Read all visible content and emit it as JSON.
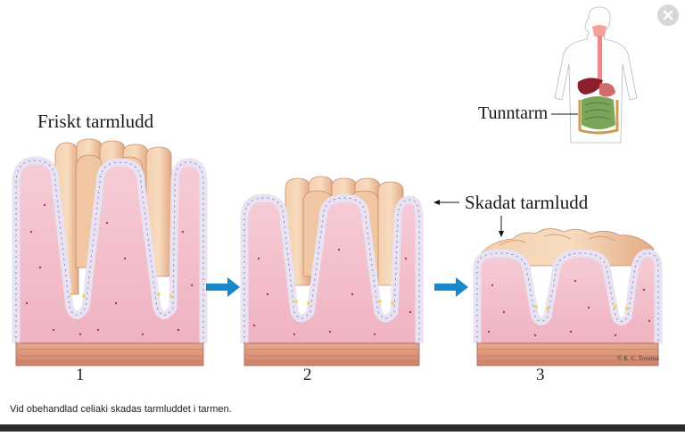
{
  "labels": {
    "healthy_villi": "Friskt tarmludd",
    "small_intestine": "Tunntarm",
    "damaged_villi": "Skadat tarmludd"
  },
  "stages": [
    "1",
    "2",
    "3"
  ],
  "credit": "© K. C. Toverud",
  "caption": "Vid obehandlad celiaki skadas tarmluddet i tarmen.",
  "icons": {
    "close": "close-icon",
    "arrow": "arrow-right-icon"
  },
  "colors": {
    "tissue": "#f2bcc8",
    "villus_top": "#eebf98",
    "epithelium": "#e4e0f0",
    "muscle": "#dd9b7e",
    "arrow": "#1a87c8",
    "caption_bar": "#2b2b2b"
  }
}
